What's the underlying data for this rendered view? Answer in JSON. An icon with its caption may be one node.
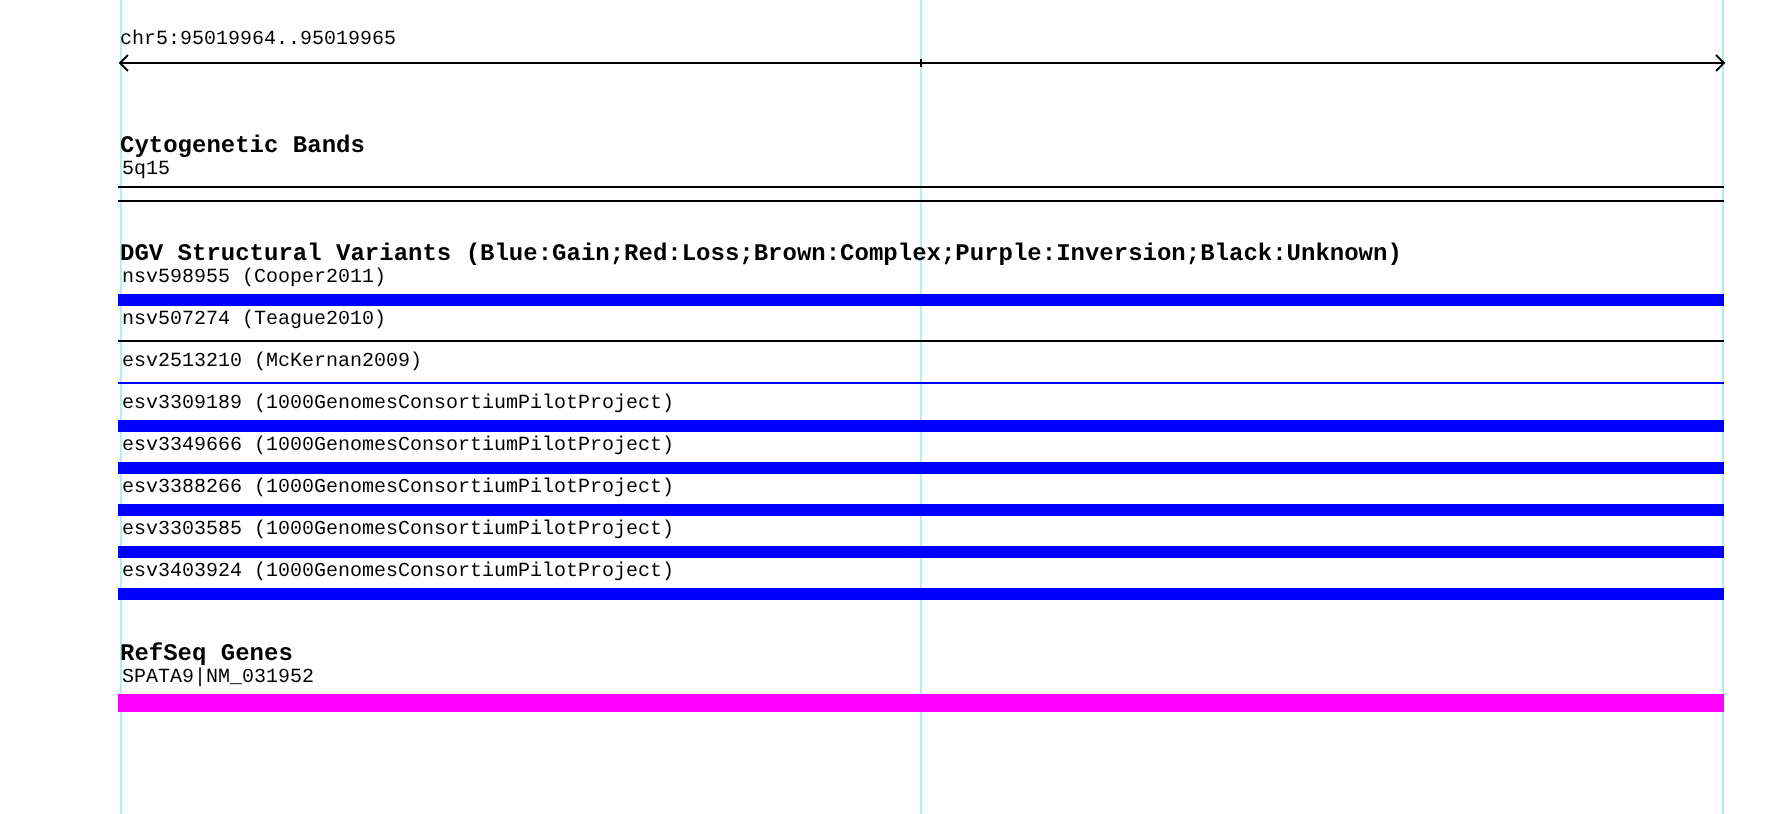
{
  "diagram": {
    "nodes": [
      {
        "text": [
          "5q15"
        ]
      },
      {
        "text": [
          "nsv598955 (Cooper2011)"
        ]
      },
      {
        "text": [
          "nsv507274 (Teague2010)"
        ]
      },
      {
        "text": [
          "esv2513210 (McKernan2009)"
        ]
      },
      {
        "text": [
          "esv3309189 (1000GenomesConsortiumPilotProject)"
        ]
      },
      {
        "text": [
          "esv3349666 (1000GenomesConsortiumPilotProject)"
        ]
      },
      {
        "text": [
          "esv3388266 (1000GenomesConsortiumPilotProject)"
        ]
      },
      {
        "text": [
          "esv3303585 (1000GenomesConsortiumPilotProject)"
        ]
      },
      {
        "text": [
          "esv3403924 (1000GenomesConsortiumPilotProject)"
        ]
      },
      {
        "text": [
          "SPATA9|NM_031952"
        ]
      }
    ],
    "labels": [
      "chr5:95019964..95019965",
      "Cytogenetic Bands",
      "DGV Structural Variants (Blue:Gain;Red:Loss;Brown:Complex;Purple:Inversion;Black:Unknown)",
      "RefSeq Genes"
    ]
  }
}
